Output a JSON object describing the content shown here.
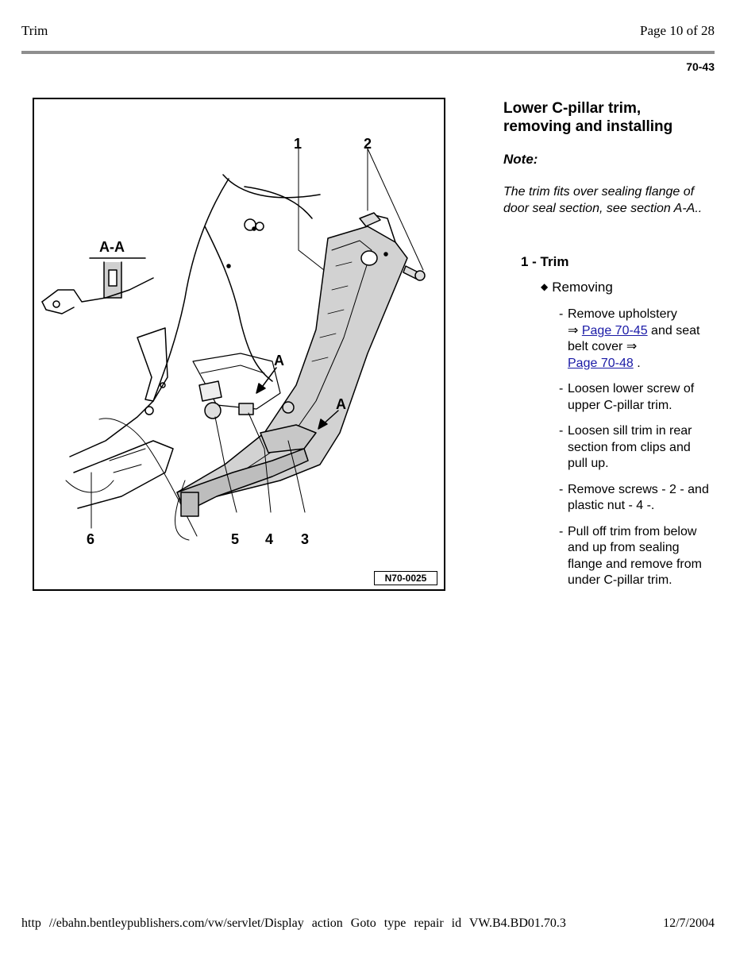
{
  "header": {
    "left": "Trim",
    "right": "Page 10 of 28",
    "page_code": "70-43"
  },
  "figure": {
    "code": "N70-0025",
    "section_label": "A-A",
    "callouts": {
      "c1": "1",
      "c2": "2",
      "c3": "3",
      "c4": "4",
      "c5": "5",
      "c6": "6",
      "a1": "A",
      "a2": "A"
    }
  },
  "content": {
    "title": "Lower C-pillar trim, removing and installing",
    "note_label": "Note:",
    "note_text": "The trim fits over sealing flange of door seal section, see section A-A..",
    "item_heading": "1 - Trim",
    "bullet": "Removing",
    "bullet_icon": "diamond-bullet-icon",
    "arrow_symbol": "⇒",
    "steps": {
      "s1_a": "Remove upholstery",
      "s1_link1": "Page 70-45",
      "s1_b": "and seat belt cover",
      "s1_link2": "Page 70-48",
      "s1_c": ".",
      "s2": "Loosen lower screw of upper C-pillar trim.",
      "s3": "Loosen sill trim in rear section from clips and pull up.",
      "s4": "Remove screws - 2 - and plastic nut - 4 -.",
      "s5": "Pull off trim from below and up from sealing flange and remove from under C-pillar trim."
    }
  },
  "footer": {
    "url": "http //ebahn.bentleypublishers.com/vw/servlet/Display action Goto type repair id VW.B4.BD01.70.3",
    "date": "12/7/2004"
  }
}
